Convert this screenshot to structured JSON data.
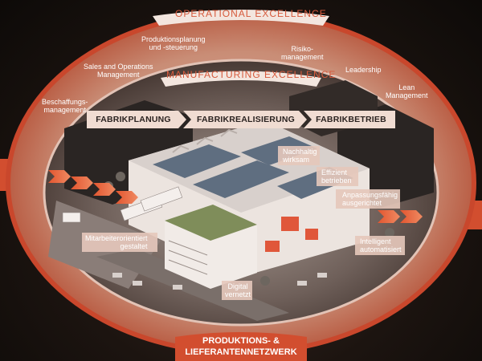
{
  "banners": {
    "operational": "OPERATIONAL EXCELLENCE",
    "manufacturing": "MANUFACTURING EXCELLENCE"
  },
  "functions": [
    {
      "text": "Produktionsplanung\nund -steuerung"
    },
    {
      "text": "Risiko-\nmanagement"
    },
    {
      "text": "Sales and Operations\nManagement"
    },
    {
      "text": "Leadership"
    },
    {
      "text": "Beschaffungs-\nmanagement"
    },
    {
      "text": "Lean\nManagement"
    }
  ],
  "phases": [
    "FABRIKPLANUNG",
    "FABRIKREALISIERUNG",
    "FABRIKBETRIEB"
  ],
  "features": [
    {
      "text": "Nachhaltig\nwirksam"
    },
    {
      "text": "Effizient\nbetrieben"
    },
    {
      "text": "Anpassungsfähig\nausgerichtet"
    },
    {
      "text": "Mitarbeiterorientiert\ngestaltet"
    },
    {
      "text": "Intelligent\nautomatisiert"
    },
    {
      "text": "Digital\nvernetzt"
    }
  ],
  "network": "PRODUKTIONS- &\nLIEFERANTENNETZWERK",
  "colors": {
    "accent": "#d65a3c",
    "ring": "#c9472c",
    "chevron": "#f0dcd2",
    "panel": "#e6c8bb"
  }
}
